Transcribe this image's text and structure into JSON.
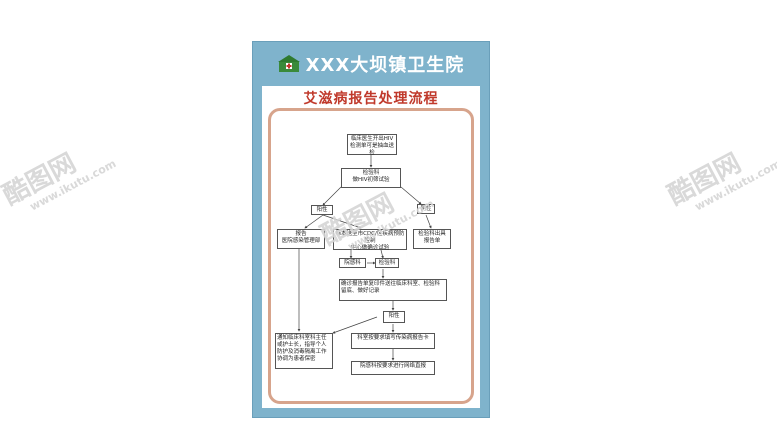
{
  "board": {
    "hospital_name": "XXX大坝镇卫生院",
    "title": "艾滋病报告处理流程",
    "logo_icon": "hospital-logo-icon",
    "background_color": "#7fb3cc",
    "title_color": "#c0392b"
  },
  "flow": {
    "step_request": "临床医生开出HIV检测单可是抽血送检",
    "step_lab": "检验科\n做HIV初筛试验",
    "positive_1": "阳性",
    "negative": "阴性",
    "step_report_infection": "报告\n医院感染管理部",
    "step_confirm": "标本送至市CDC/区疾病预防控制\n中心做确诊试验",
    "step_negative_report": "检验科出具\n报告单",
    "infection_dept": "院感科",
    "lab_dept": "检验科",
    "step_feedback": "确诊报告单复印件送往临床科室、检验科\n留底、做好记录",
    "step_notify": "通知临床科室科主任或护士长，指导个人防护及消毒隔离工作协调为患者保密",
    "positive_2": "阳性",
    "step_card": "科室按要求填写传染病报告卡",
    "step_direct_report": "院感科按要求进行网络直报"
  },
  "watermarks": [
    {
      "logo": "酷图网",
      "url": "www.ikutu.com"
    },
    {
      "logo": "酷图网",
      "url": "www.ikutu.com"
    },
    {
      "logo": "酷图网",
      "url": "www.ikutu.com"
    }
  ]
}
